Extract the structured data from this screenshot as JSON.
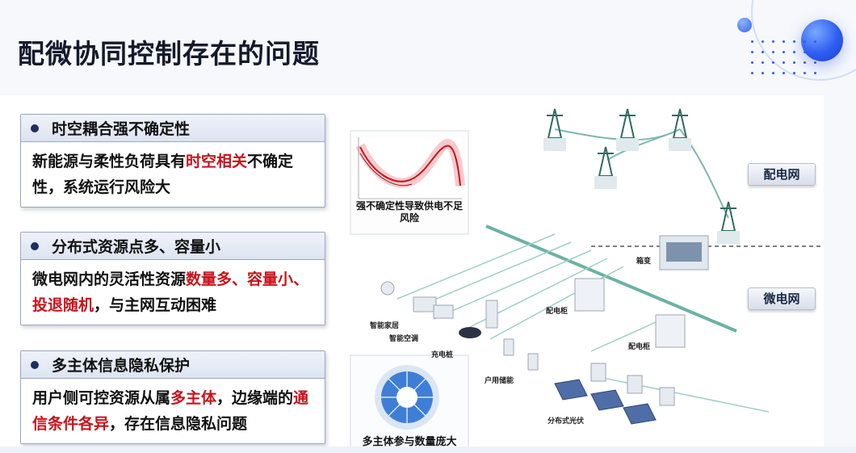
{
  "title": "配微协同控制存在的问题",
  "cards": [
    {
      "heading": "时空耦合强不确定性",
      "body_parts": [
        {
          "text": "新能源与柔性负荷具有",
          "highlight": false
        },
        {
          "text": "时空相关",
          "highlight": true
        },
        {
          "text": "不确定性，系统运行风险大",
          "highlight": false
        }
      ]
    },
    {
      "heading": "分布式资源点多、容量小",
      "body_parts": [
        {
          "text": "微电网内的灵活性资源",
          "highlight": false
        },
        {
          "text": "数量多、容量小、投退随机",
          "highlight": true
        },
        {
          "text": "，与主网互动困难",
          "highlight": false
        }
      ]
    },
    {
      "heading": "多主体信息隐私保护",
      "body_parts": [
        {
          "text": "用户侧可控资源从属",
          "highlight": false
        },
        {
          "text": "多主体",
          "highlight": true
        },
        {
          "text": "，边缘端的",
          "highlight": false
        },
        {
          "text": "通信条件各异",
          "highlight": true
        },
        {
          "text": "，存在信息隐私问题",
          "highlight": false
        }
      ]
    }
  ],
  "diagram": {
    "uncertainty_caption": "强不确定性导致供电不足风险",
    "multi_agent_caption": "多主体参与数量庞大",
    "distribution_network_tag": "配电网",
    "microgrid_tag": "微电网",
    "labels": {
      "box_transformer": "箱变",
      "distribution_cabinet_1": "配电柜",
      "distribution_cabinet_2": "配电柜",
      "smart_home": "智能家居",
      "smart_ac": "智能空调",
      "charging_pile": "充电桩",
      "household_storage": "户用储能",
      "distributed_pv": "分布式光伏"
    }
  },
  "colors": {
    "highlight": "#c8131c",
    "accent_blue": "#2f5df2",
    "line_green": "#5aa79a"
  }
}
